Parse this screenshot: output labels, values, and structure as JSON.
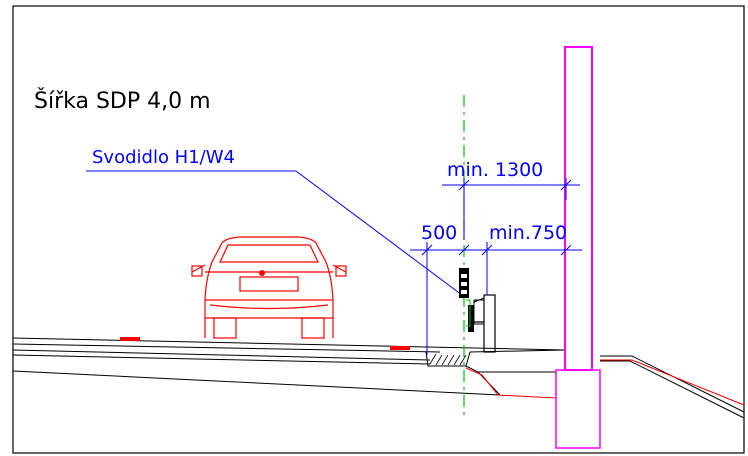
{
  "drawing": {
    "title": "Šířka SDP 4,0 m",
    "barrier_label": "Svodidlo H1/W4",
    "dimensions": {
      "min_1300": "min. 1300",
      "d_500": "500",
      "min_750": "min.750"
    },
    "colors": {
      "frame": "#000000",
      "title_text": "#000000",
      "dimension": "#0000ff",
      "road_lines": "#000000",
      "car": "#ff0000",
      "pillar": "#ff00ff",
      "terrain": "#ff0000",
      "axis": "#00c000",
      "barrier": "#000000"
    }
  }
}
